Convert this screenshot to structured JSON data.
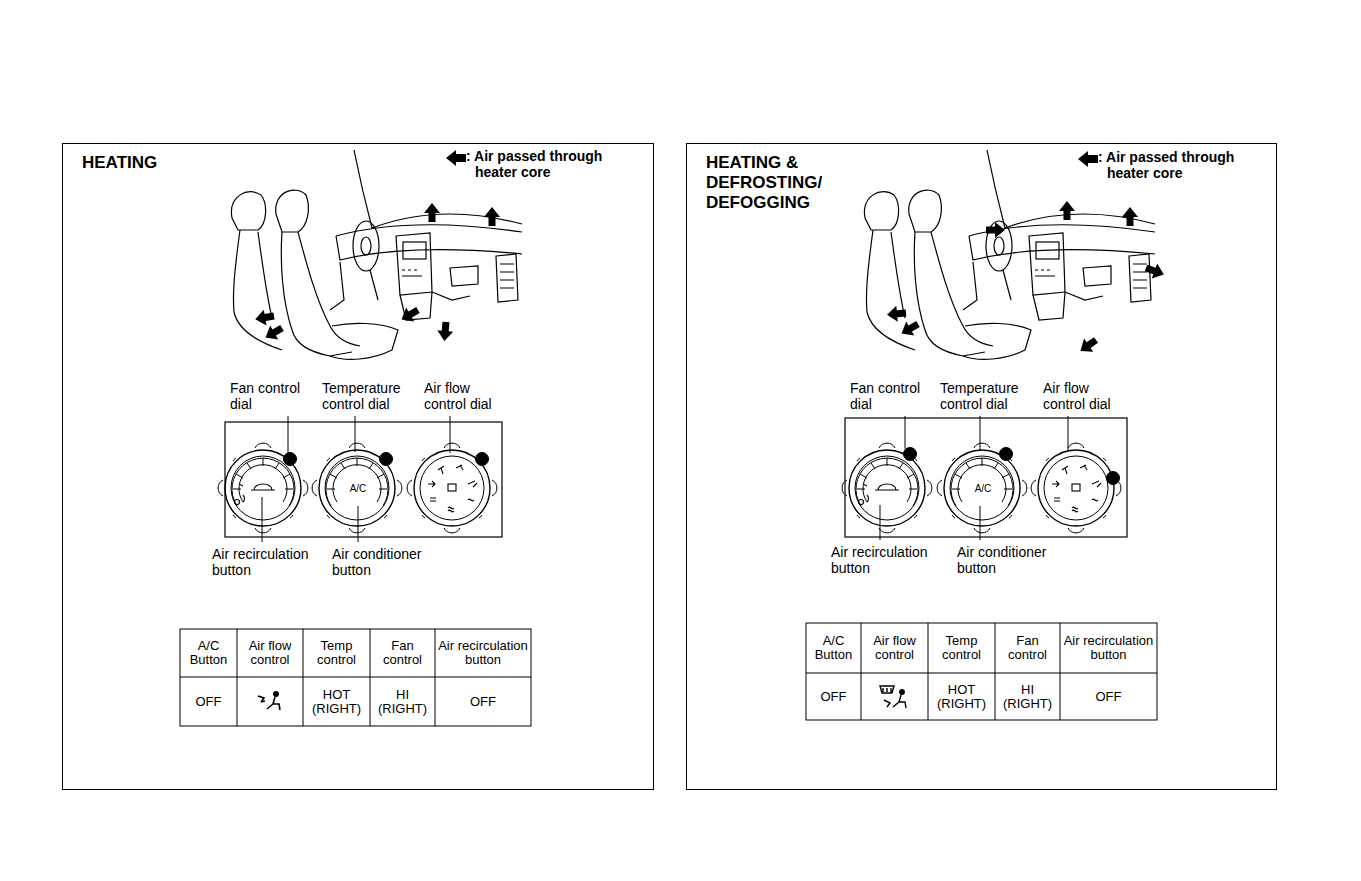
{
  "diagram": {
    "nodes": [
      {
        "text": [
          "HEATING"
        ]
      },
      {
        "text": [
          "A/C"
        ],
        "in": 0
      },
      {
        "text": [
          "HEATING & DEFROSTING/ DEFOGGING"
        ]
      },
      {
        "text": [
          "A/C"
        ],
        "in": 2
      }
    ],
    "labels": [
      "Fan control dial",
      "Temperature control dial",
      "Air flow control dial",
      "Air recirculation button",
      "Air conditioner button",
      "A/C Button",
      "Air flow control",
      "Temp control",
      "Fan control",
      "Air recirculation button",
      "OFF",
      "HOT (RIGHT)",
      "HI (RIGHT)",
      "OFF",
      "Fan control dial",
      "Temperature control dial",
      "Air flow control dial",
      "Air recirculation button",
      "Air conditioner button",
      "A/C Button",
      "Air flow control",
      "Temp control",
      "Fan control",
      "Air recirculation button",
      "OFF",
      "HOT (RIGHT)",
      "HI (RIGHT)",
      "OFF"
    ],
    "legend": [
      {
        "text": ": Air passed through heater core"
      },
      {
        "text": ": Air passed through heater core"
      }
    ]
  }
}
